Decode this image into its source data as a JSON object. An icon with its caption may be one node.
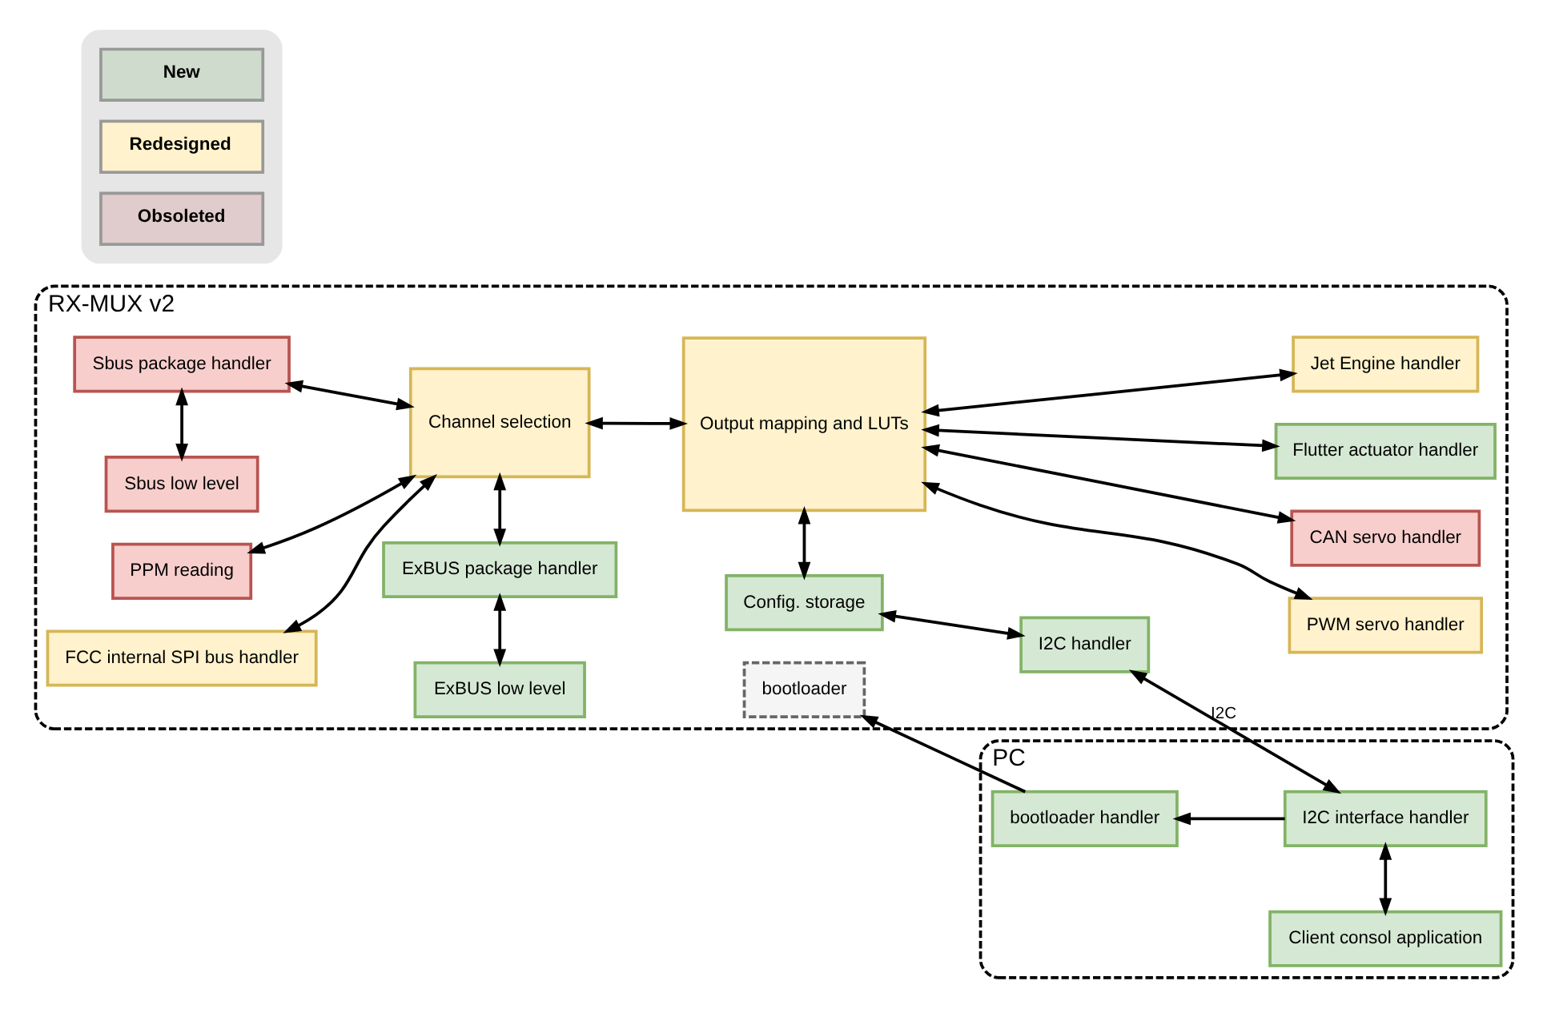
{
  "diagram": {
    "nodes": [
      {
        "text": [
          "RX-MUX v2"
        ]
      },
      {
        "text": [
          "bootloader"
        ],
        "in": 0
      },
      {
        "text": [
          "Sbus low level"
        ],
        "in": 0
      },
      {
        "text": [
          "ExBUS low level"
        ],
        "in": 0
      },
      {
        "text": [
          "Sbus package handler"
        ],
        "in": 0
      },
      {
        "text": [
          "ExBUS package handler"
        ],
        "in": 0
      },
      {
        "text": [
          "PPM reading"
        ],
        "in": 0
      },
      {
        "text": [
          "Channel selection"
        ],
        "in": 0
      },
      {
        "text": [
          "FCC internal SPI bus handler"
        ],
        "in": 0
      },
      {
        "text": [
          "Config. storage"
        ],
        "in": 0
      },
      {
        "text": [
          "I2C handler"
        ],
        "in": 0
      },
      {
        "text": [
          "Output mapping and LUTs"
        ],
        "in": 0
      },
      {
        "text": [
          "Jet Engine handler"
        ],
        "in": 0
      },
      {
        "text": [
          "PWM servo handler"
        ],
        "in": 0
      },
      {
        "text": [
          "CAN servo handler"
        ],
        "in": 0
      },
      {
        "text": [
          "Flutter actuator handler"
        ],
        "in": 0
      },
      {
        "text": [
          "PC"
        ]
      },
      {
        "text": [
          "Client consol application"
        ],
        "in": 16
      },
      {
        "text": [
          "bootloader handler"
        ],
        "in": 16
      },
      {
        "text": [
          "I2C interface handler"
        ],
        "in": 16
      }
    ],
    "edges": [
      {
        "from": 18,
        "to": 1,
        "arrow": "to"
      },
      {
        "from": 19,
        "to": 18,
        "arrow": "to"
      },
      {
        "from": 17,
        "to": 19,
        "arrow": "both"
      },
      {
        "from": 10,
        "to": 19,
        "arrow": "both",
        "label": "I2C"
      },
      {
        "from": 2,
        "to": 4,
        "arrow": "both"
      },
      {
        "from": 3,
        "to": 5,
        "arrow": "both"
      },
      {
        "from": 4,
        "to": 7,
        "arrow": "both"
      },
      {
        "from": 5,
        "to": 7,
        "arrow": "both"
      },
      {
        "from": 6,
        "to": 7,
        "arrow": "both"
      },
      {
        "from": 7,
        "to": 8,
        "arrow": "both"
      },
      {
        "from": 7,
        "to": 11,
        "arrow": "both"
      },
      {
        "from": 9,
        "to": 10,
        "arrow": "both"
      },
      {
        "from": 9,
        "to": 11,
        "arrow": "both"
      },
      {
        "from": 11,
        "to": 12,
        "arrow": "both"
      },
      {
        "from": 11,
        "to": 13,
        "arrow": "both"
      },
      {
        "from": 11,
        "to": 14,
        "arrow": "both"
      },
      {
        "from": 11,
        "to": 15,
        "arrow": "both"
      }
    ],
    "legend": [
      {
        "text": "New",
        "color": "#cfdccd"
      },
      {
        "text": "Redesigned",
        "color": "#fff2cc"
      },
      {
        "text": "Obsoleted",
        "color": "#e0cccc"
      }
    ]
  }
}
